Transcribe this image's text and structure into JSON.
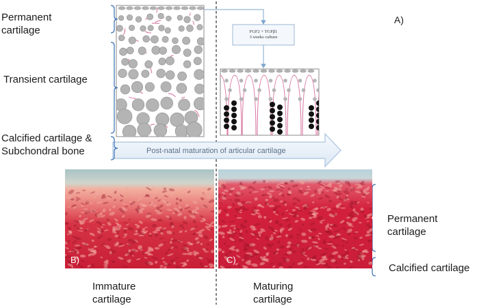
{
  "labels": {
    "permanent_top": "Permanent\ncartilage",
    "transient": "Transient cartilage",
    "calcified_subchondral": "Calcified cartilage &\nSubchondral bone",
    "treatment": "FGF2 + TGFβ1\n3 weeks culture",
    "arrow_text": "Post-natal maturation of articular cartilage",
    "panel_a": "A)",
    "panel_b": "B)",
    "panel_c": "C)",
    "permanent_right": "Permanent\ncartilage",
    "calcified_right": "Calcified cartilage",
    "immature": "Immature\ncartilage",
    "maturing": "Maturing\ncartilage"
  },
  "colors": {
    "brace": "#3a6fb5",
    "fiber": "#d97aa5",
    "cell_grey": "#b4b4b4",
    "cell_dark": "#111111",
    "arrow_fill": "#eef4fb",
    "arrow_stroke": "#a8c3df",
    "stain_red": "#d3203c",
    "stain_pink": "#f1a79e"
  }
}
